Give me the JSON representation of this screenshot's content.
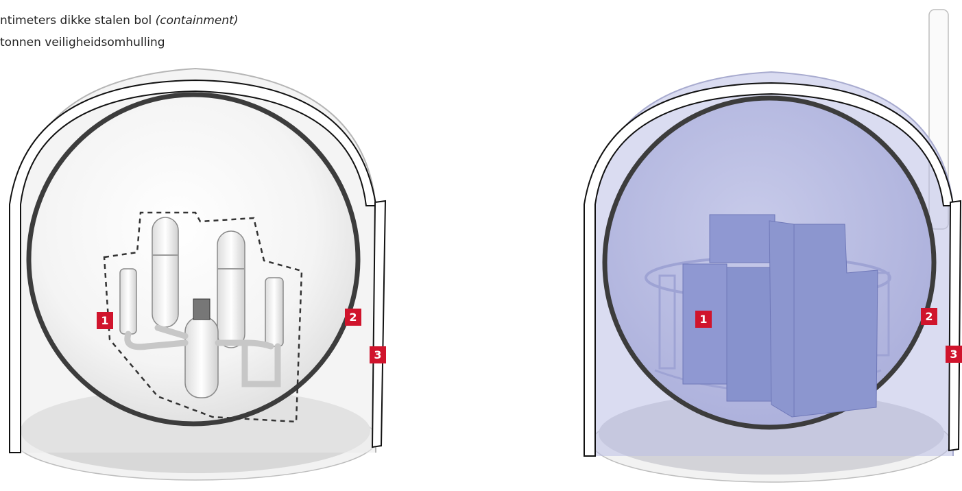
{
  "legend": {
    "line1_text": "ntimeters dikke stalen bol ",
    "line1_italic": "(containment)",
    "line2_text": "tonnen veiligheidsomhulling"
  },
  "left_diagram": {
    "markers": [
      "1",
      "2",
      "3"
    ]
  },
  "right_diagram": {
    "markers": [
      "1",
      "2",
      "3"
    ]
  },
  "colors": {
    "marker": "#d0142c",
    "steel_sphere": "#3c3c3c",
    "right_fill": "#b7badf",
    "blocks": "#8c96cf",
    "floor": "#d6d6d6"
  }
}
